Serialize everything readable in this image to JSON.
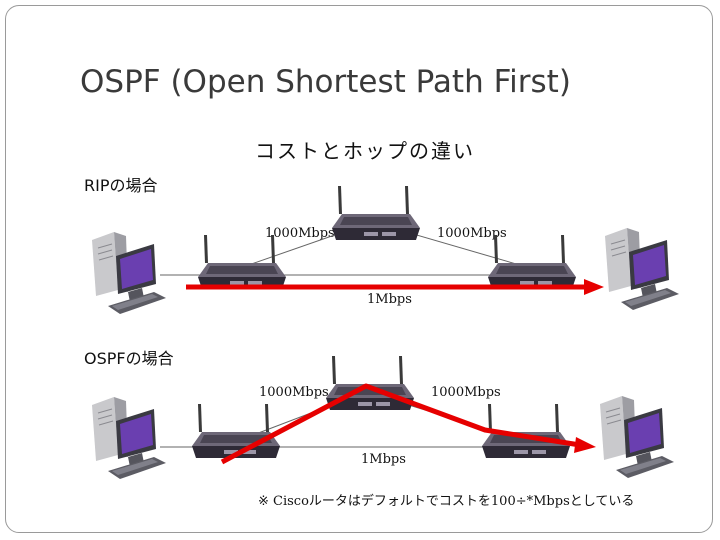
{
  "slide": {
    "title": "OSPF (Open Shortest Path First)",
    "subtitle": "コストとホップの違い",
    "note": "※ Ciscoルータはデフォルトでコストを100÷*Mbpsとしている"
  },
  "rip": {
    "label": "RIPの場合",
    "link_left": "1000Mbps",
    "link_right": "1000Mbps",
    "link_direct": "1Mbps"
  },
  "ospf": {
    "label": "OSPFの場合",
    "link_left": "1000Mbps",
    "link_right": "1000Mbps",
    "link_direct": "1Mbps"
  },
  "colors": {
    "path": "#e60000",
    "router_body": "#2e2a36",
    "monitor_screen": "#6a3fb0"
  }
}
